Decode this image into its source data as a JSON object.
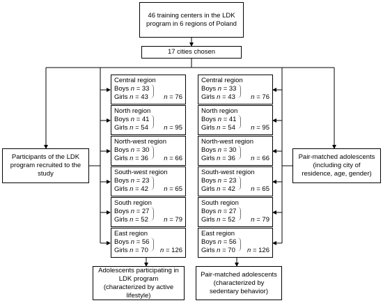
{
  "top_box": "46 training centers in the LDK program in 6 regions of Poland",
  "cities_box": "17 cities chosen",
  "left_box": "Participants of the LDK program recruited to the study",
  "right_box": "Pair-matched adolescents (including city of residence, age, gender)",
  "bottom_left_box": "Adolescents participating in LDK program (characterized by active lifestyle)",
  "bottom_right_box": "Pair-matched adolescents (characterized by sedentary behavior)",
  "labels": {
    "boys": "Boys",
    "girls": "Girls",
    "n": "n",
    "eq": " = "
  },
  "left_regions": [
    {
      "name": "Central region",
      "boys": "33",
      "girls": "43",
      "total": "76"
    },
    {
      "name": "North region",
      "boys": "41",
      "girls": "54",
      "total": "95"
    },
    {
      "name": "North-west region",
      "boys": "30",
      "girls": "36",
      "total": "66"
    },
    {
      "name": "South-west region",
      "boys": "23",
      "girls": "42",
      "total": "65"
    },
    {
      "name": "South region",
      "boys": "27",
      "girls": "52",
      "total": "79"
    },
    {
      "name": "East region",
      "boys": "56",
      "girls": "70",
      "total": "126"
    }
  ],
  "right_regions": [
    {
      "name": "Central region",
      "boys": "33",
      "girls": "43",
      "total": "76"
    },
    {
      "name": "North region",
      "boys": "41",
      "girls": "54",
      "total": "95"
    },
    {
      "name": "North-west region",
      "boys": "30",
      "girls": "36",
      "total": "66"
    },
    {
      "name": "South-west region",
      "boys": "23",
      "girls": "42",
      "total": "65"
    },
    {
      "name": "South region",
      "boys": "27",
      "girls": "52",
      "total": "79"
    },
    {
      "name": "East region",
      "boys": "56",
      "girls": "70",
      "total": "126"
    }
  ]
}
